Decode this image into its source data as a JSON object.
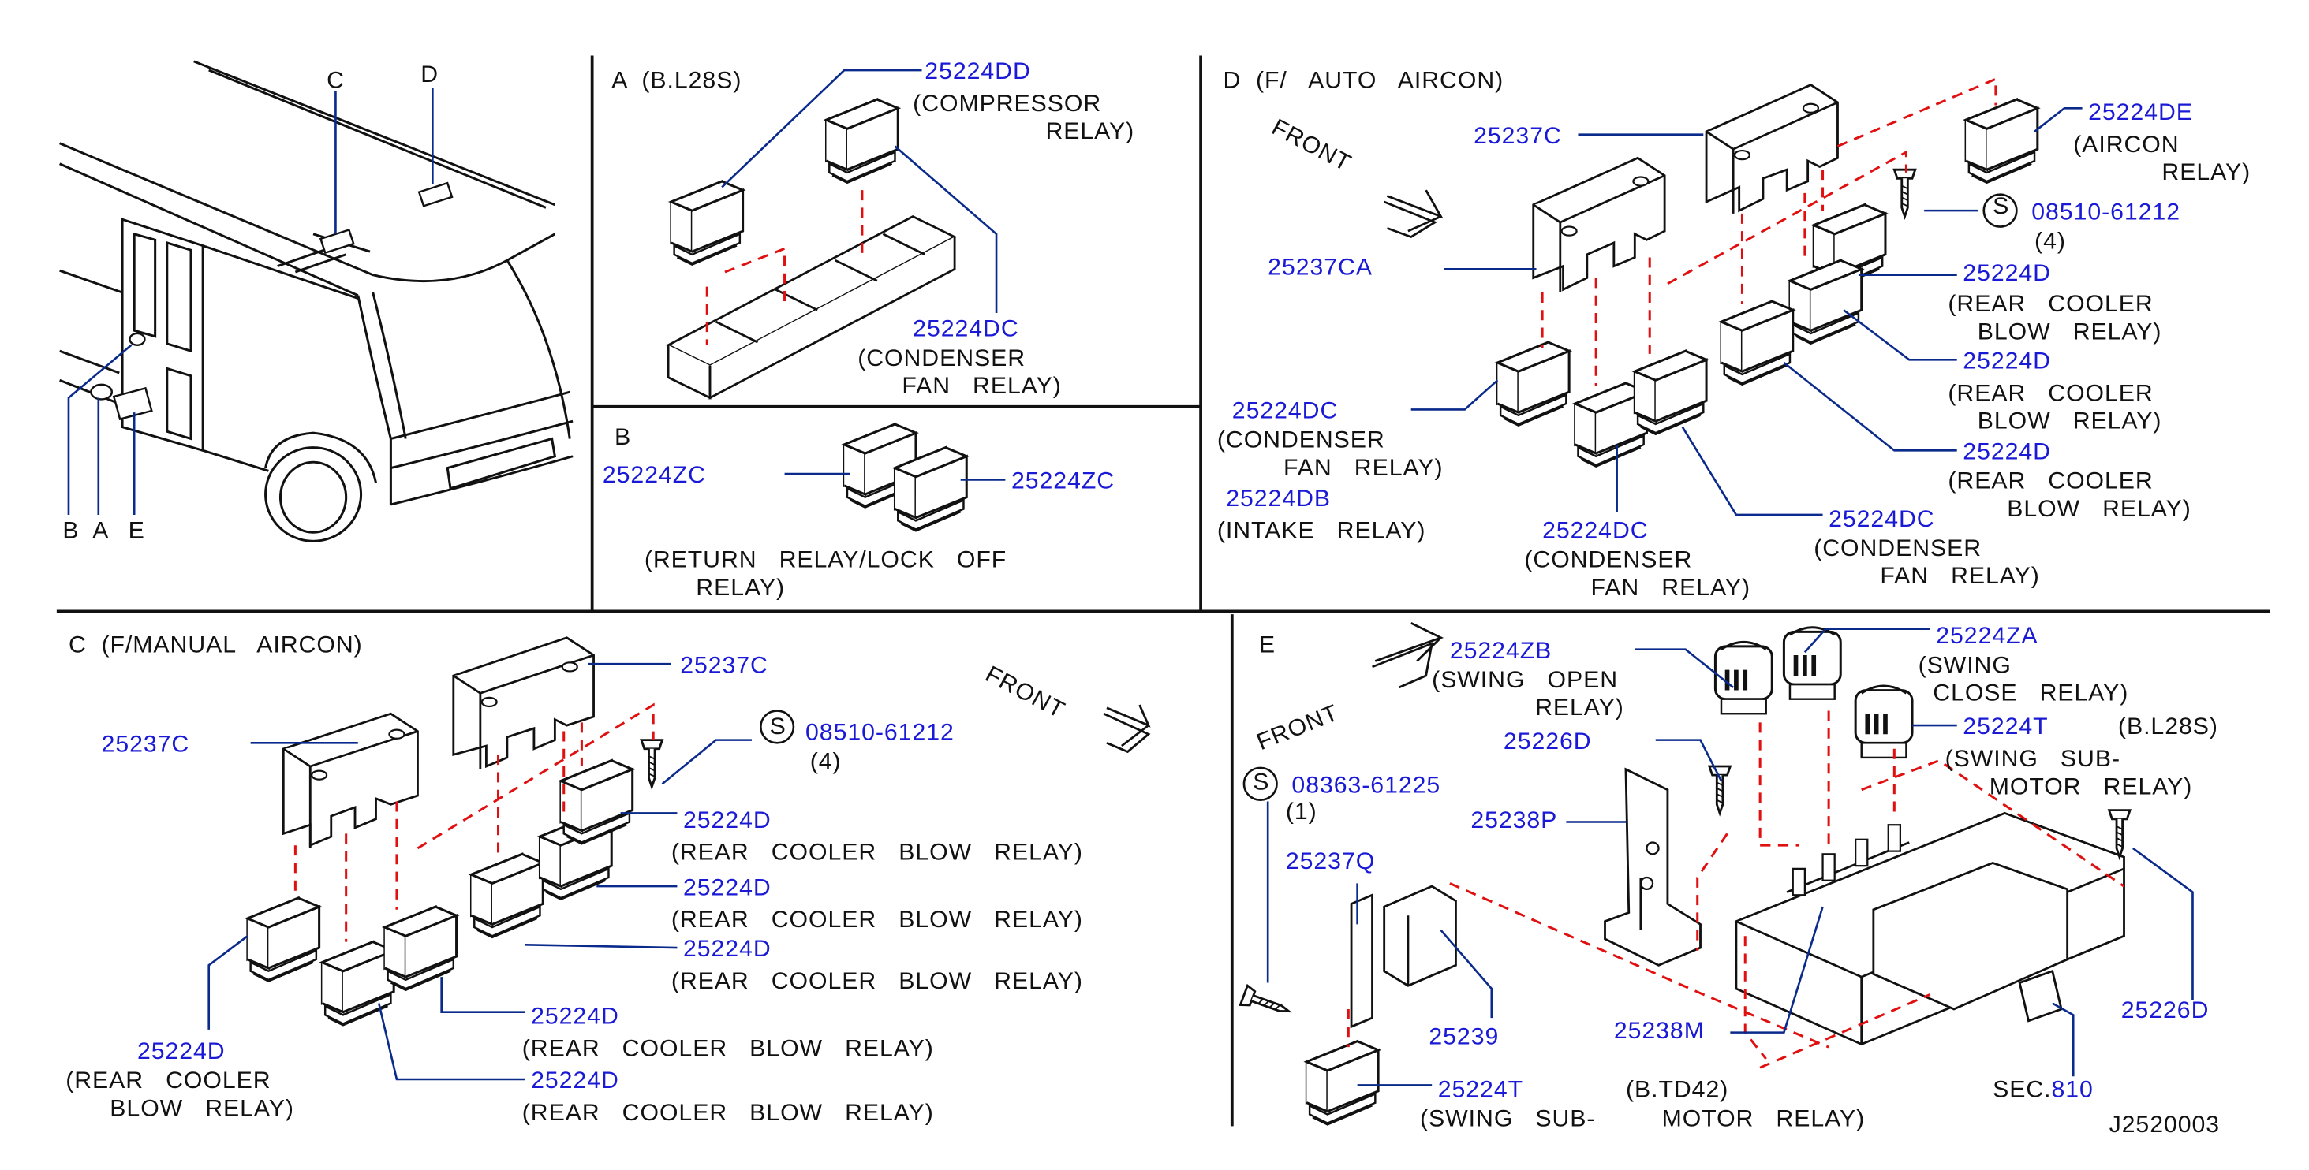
{
  "colors": {
    "part_number": "#1a1ad6",
    "leader_line": "#0a2a8c",
    "dashed_guide": "#e01010",
    "drawing_line": "#111111"
  },
  "overview": {
    "labels": [
      "C",
      "D",
      "B",
      "A",
      "E"
    ]
  },
  "section_a": {
    "title": "A  (B.L28S)",
    "parts": [
      {
        "number": "25224DD",
        "desc": "(COMPRESSOR\n                  RELAY)"
      },
      {
        "number": "25224DC",
        "desc": "(CONDENSER\n      FAN   RELAY)"
      }
    ]
  },
  "section_b": {
    "title": "B",
    "parts": [
      {
        "number": "25224ZC"
      },
      {
        "number": "25224ZC"
      }
    ],
    "desc": "(RETURN   RELAY/LOCK   OFF\n       RELAY)"
  },
  "section_c": {
    "title": "C  (F/MANUAL   AIRCON)",
    "front": "FRONT",
    "parts": [
      {
        "number": "25237C"
      },
      {
        "number": "25237C"
      },
      {
        "number": "08510-61212",
        "qty": "(4)",
        "symbol": "S"
      },
      {
        "number": "25224D",
        "desc": "(REAR   COOLER   BLOW   RELAY)"
      },
      {
        "number": "25224D",
        "desc": "(REAR   COOLER   BLOW   RELAY)"
      },
      {
        "number": "25224D",
        "desc": "(REAR   COOLER   BLOW   RELAY)"
      },
      {
        "number": "25224D",
        "desc": "(REAR   COOLER   BLOW   RELAY)"
      },
      {
        "number": "25224D",
        "desc": "(REAR   COOLER   BLOW   RELAY)"
      },
      {
        "number": "25224D",
        "desc": "(REAR   COOLER\n      BLOW   RELAY)"
      }
    ]
  },
  "section_d": {
    "title": "D  (F/   AUTO   AIRCON)",
    "front": "FRONT",
    "parts": [
      {
        "number": "25237C"
      },
      {
        "number": "25237CA"
      },
      {
        "number": "25224DE",
        "desc": "(AIRCON\n            RELAY)"
      },
      {
        "number": "08510-61212",
        "qty": "(4)",
        "symbol": "S"
      },
      {
        "number": "25224D",
        "desc": "(REAR   COOLER\n    BLOW   RELAY)"
      },
      {
        "number": "25224D",
        "desc": "(REAR   COOLER\n    BLOW   RELAY)"
      },
      {
        "number": "25224D",
        "desc": "(REAR   COOLER\n        BLOW   RELAY)"
      },
      {
        "number": "25224DC",
        "desc": "(CONDENSER\n         FAN   RELAY)"
      },
      {
        "number": "25224DB",
        "desc": "(INTAKE   RELAY)"
      },
      {
        "number": "25224DC",
        "desc": "(CONDENSER\n         FAN   RELAY)"
      },
      {
        "number": "25224DC",
        "desc": "(CONDENSER\n         FAN   RELAY)"
      }
    ]
  },
  "section_e": {
    "title": "E",
    "front": "FRONT",
    "parts": [
      {
        "number": "25224ZB",
        "desc": "(SWING   OPEN\n              RELAY)"
      },
      {
        "number": "25224ZA",
        "desc": "(SWING\n  CLOSE   RELAY)"
      },
      {
        "number": "25224T",
        "desc": "(SWING   SUB-\n      MOTOR   RELAY)",
        "note": "(B.L28S)"
      },
      {
        "number": "25226D"
      },
      {
        "number": "25238P"
      },
      {
        "number": "08363-61225",
        "qty": "(1)",
        "symbol": "S"
      },
      {
        "number": "25237Q"
      },
      {
        "number": "25239"
      },
      {
        "number": "25238M"
      },
      {
        "number": "25226D"
      },
      {
        "number": "25224T",
        "desc": "(SWING   SUB-         MOTOR   RELAY)",
        "note": "(B.TD42)"
      }
    ],
    "sec_label": "SEC.",
    "sec_number": "810"
  },
  "figure_id": "J2520003"
}
